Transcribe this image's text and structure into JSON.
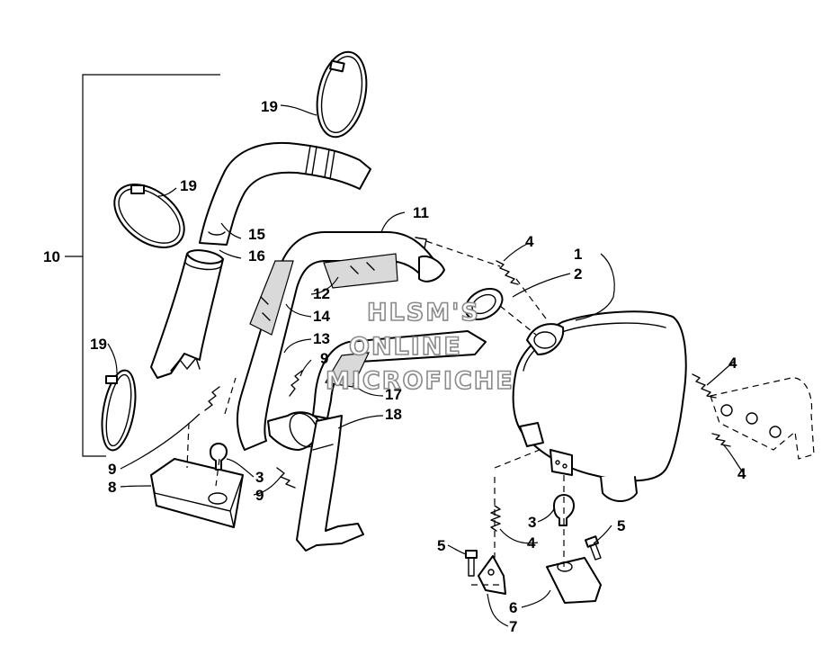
{
  "watermark": {
    "line1": "HLSM'S",
    "line2": "ONLINE",
    "line3": "MICROFICHE"
  },
  "callouts": {
    "c1": "1",
    "c2": "2",
    "c3a": "3",
    "c3b": "3",
    "c4a": "4",
    "c4b": "4",
    "c4c": "4",
    "c5a": "5",
    "c5b": "5",
    "c6": "6",
    "c7": "7",
    "c8": "8",
    "c9a": "9",
    "c9b": "9",
    "c9c": "9",
    "c10": "10",
    "c11": "11",
    "c12": "12",
    "c13": "13",
    "c14": "14",
    "c15": "15",
    "c16": "16",
    "c17": "17",
    "c18": "18",
    "c19a": "19",
    "c19b": "19",
    "c19c": "19"
  }
}
